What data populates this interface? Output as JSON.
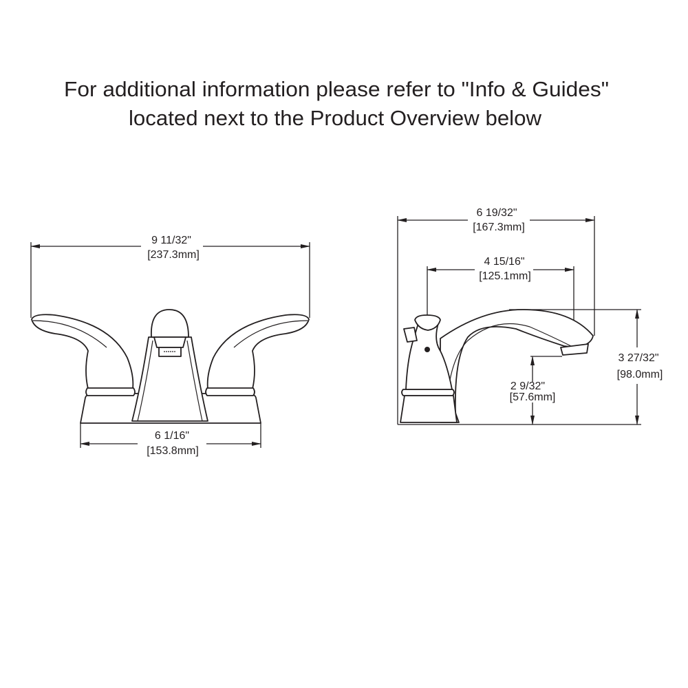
{
  "heading": {
    "line1": "For additional information please refer to \"Info & Guides\"",
    "line2": "located next to the Product Overview below"
  },
  "front_view": {
    "overall_width": {
      "imperial": "9 11/32\"",
      "metric": "[237.3mm]"
    },
    "base_width": {
      "imperial": "6 1/16\"",
      "metric": "[153.8mm]"
    }
  },
  "side_view": {
    "overall_depth": {
      "imperial": "6 19/32\"",
      "metric": "[167.3mm]"
    },
    "spout_reach": {
      "imperial": "4 15/16\"",
      "metric": "[125.1mm]"
    },
    "overall_height": {
      "imperial": "3 27/32\"",
      "metric": "[98.0mm]"
    },
    "spout_clearance": {
      "imperial": "2 9/32\"",
      "metric": "[57.6mm]"
    }
  }
}
